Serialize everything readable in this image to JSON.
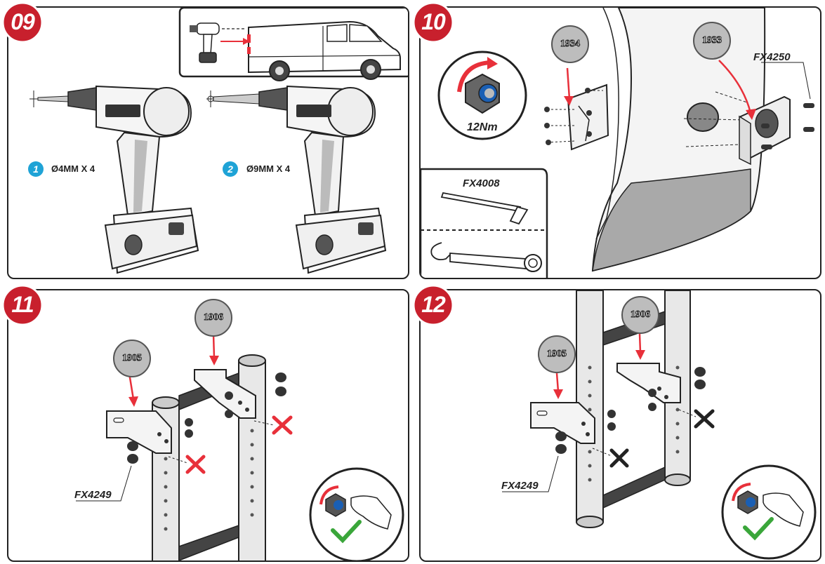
{
  "steps": {
    "s09": {
      "number": "09",
      "drill1_step": "1",
      "drill1_size": "Ø4MM X 4",
      "drill2_step": "2",
      "drill2_size": "Ø9MM X 4"
    },
    "s10": {
      "number": "10",
      "part_a": "1934",
      "part_b": "1933",
      "fixing": "FX4250",
      "torque": "12Nm",
      "tool": "FX4008"
    },
    "s11": {
      "number": "11",
      "part_a": "1905",
      "part_b": "1906",
      "fixing": "FX4249"
    },
    "s12": {
      "number": "12",
      "part_a": "1905",
      "part_b": "1906",
      "fixing": "FX4249"
    }
  },
  "colors": {
    "badge": "#c8202d",
    "arrow": "#e8303a",
    "step_dot": "#1fa3d6",
    "check": "#3aa63a",
    "outline": "#222222"
  },
  "icons": [
    "drill-icon",
    "van-icon",
    "nut-icon",
    "allen-key-icon",
    "spanner-icon",
    "bracket-icon",
    "bolt-icon",
    "cross-icon",
    "check-icon",
    "hand-icon",
    "ladder-icon"
  ]
}
